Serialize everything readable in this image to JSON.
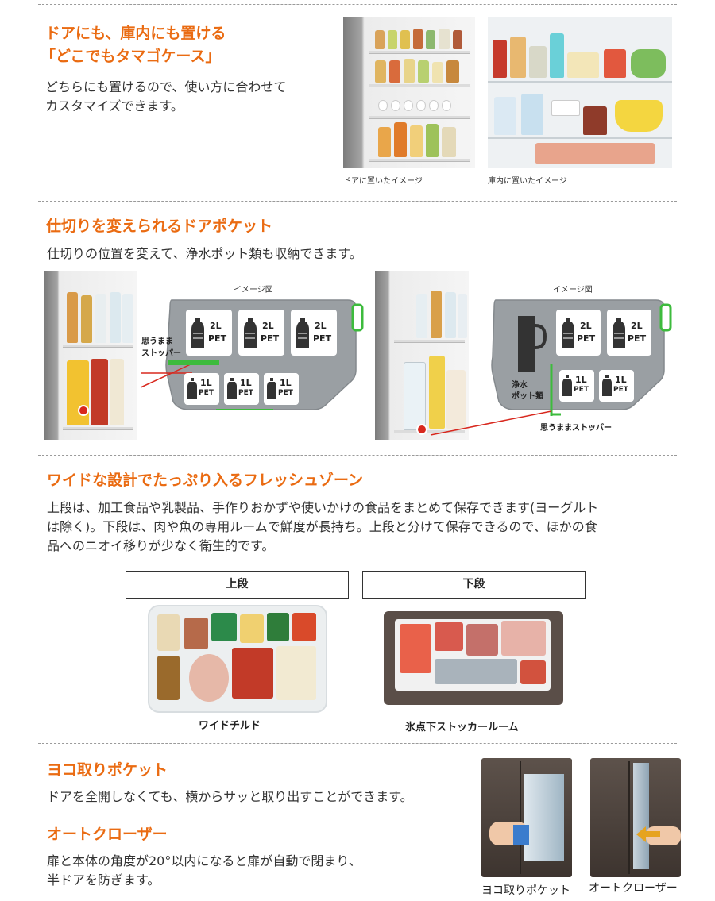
{
  "section1": {
    "title_line1": "ドアにも、庫内にも置ける",
    "title_line2": "「どこでもタマゴケース」",
    "body_line1": "どちらにも置けるので、使い方に合わせて",
    "body_line2": "カスタマイズできます。",
    "caption_door": "ドアに置いたイメージ",
    "caption_inside": "庫内に置いたイメージ"
  },
  "section2": {
    "title": "仕切りを変えられるドアポケット",
    "body": "仕切りの位置を変えて、浄水ポット類も収納できます。",
    "diagram_label": "イメージ図",
    "stopper_line1": "思うまま",
    "stopper_line2": "ストッパー",
    "stopper_full": "思うままストッパー",
    "pet_2l": "2L",
    "pet_1l": "1L",
    "pet_word": "PET",
    "pot_line1": "浄水",
    "pot_line2": "ポット類"
  },
  "section3": {
    "title": "ワイドな設計でたっぷり入るフレッシュゾーン",
    "body_line1": "上段は、加工食品や乳製品、手作りおかずや使いかけの食品をまとめて保存できます(ヨーグルト",
    "body_line2": "は除く)。下段は、肉や魚の専用ルームで鮮度が長持ち。上段と分けて保存できるので、ほかの食",
    "body_line3": "品へのニオイ移りが少なく衛生的です。",
    "upper_tab": "上段",
    "lower_tab": "下段",
    "upper_caption": "ワイドチルド",
    "lower_caption": "氷点下ストッカールーム"
  },
  "section4": {
    "title1": "ヨコ取りポケット",
    "body1": "ドアを全開しなくても、横からサッと取り出すことができます。",
    "title2": "オートクローザー",
    "body2_line1": "扉と本体の角度が20°以内になると扉が自動で閉まり、",
    "body2_line2": "半ドアを防ぎます。",
    "caption_left": "ヨコ取りポケット",
    "caption_right": "オートクローザー"
  },
  "colors": {
    "heading": "#ea6b12",
    "stopper_green": "#3dbb3d",
    "pointer_red": "#d8281e",
    "tray_gray": "#9a9fa3"
  }
}
